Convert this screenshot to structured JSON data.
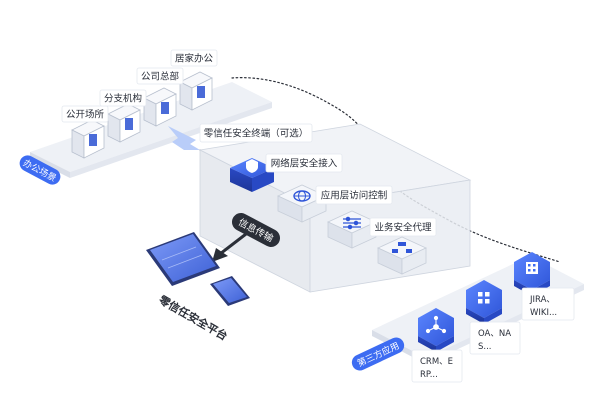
{
  "office": {
    "title": "办公场景",
    "sites": [
      "公开场所",
      "分支机构",
      "公司总部",
      "居家办公"
    ]
  },
  "gateway": {
    "terminal": "零信任安全终端（可选）",
    "layers": [
      "网络层安全接入",
      "应用层访问控制",
      "业务安全代理"
    ]
  },
  "transfer": "信息传输",
  "platform": "零信任安全平台",
  "apps": {
    "title": "第三方应用",
    "items": [
      {
        "line1": "CRM、E",
        "line2": "RP..."
      },
      {
        "line1": "OA、NA",
        "line2": "S..."
      },
      {
        "line1": "JIRA、",
        "line2": "WIKI..."
      }
    ]
  },
  "colors": {
    "primary": "#3d6cf2",
    "deep": "#1f3fb0",
    "light": "#dfe7fb",
    "dark": "#2b2f38"
  }
}
